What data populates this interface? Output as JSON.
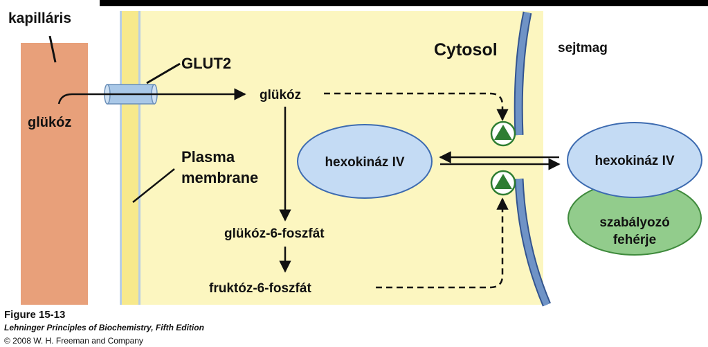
{
  "labels": {
    "capillary": "kapilláris",
    "glucose_blood": "glükóz",
    "glut2": "GLUT2",
    "plasma_membrane_line1": "Plasma",
    "plasma_membrane_line2": "membrane",
    "cytosol": "Cytosol",
    "nucleus": "sejtmag",
    "glucose_cytosol": "glükóz",
    "hexokinase_cytosol": "hexokináz IV",
    "hexokinase_nucleus": "hexokináz IV",
    "regulatory_protein_line1": "szabályozó",
    "regulatory_protein_line2": "fehérje",
    "g6p": "glükóz-6-foszfát",
    "f6p": "fruktóz-6-foszfát"
  },
  "caption": {
    "figure": "Figure 15-13",
    "book": "Lehninger Principles of Biochemistry, Fifth Edition",
    "copyright": "© 2008 W. H. Freeman and Company"
  },
  "colors": {
    "background_top": "#000000",
    "capillary": "#e8a07a",
    "cytosol": "#fcf6c0",
    "membrane": "#f7e98c",
    "membrane_edge": "#b7cde6",
    "nuclear_envelope": "#6f93c6",
    "hexokinase": "#c4dbf4",
    "regulatory_protein": "#92cc8c",
    "activator": "#2e7d32"
  },
  "icons": {
    "glut2": "transporter-cylinder-icon",
    "activator": "triangle-in-circle-icon"
  }
}
